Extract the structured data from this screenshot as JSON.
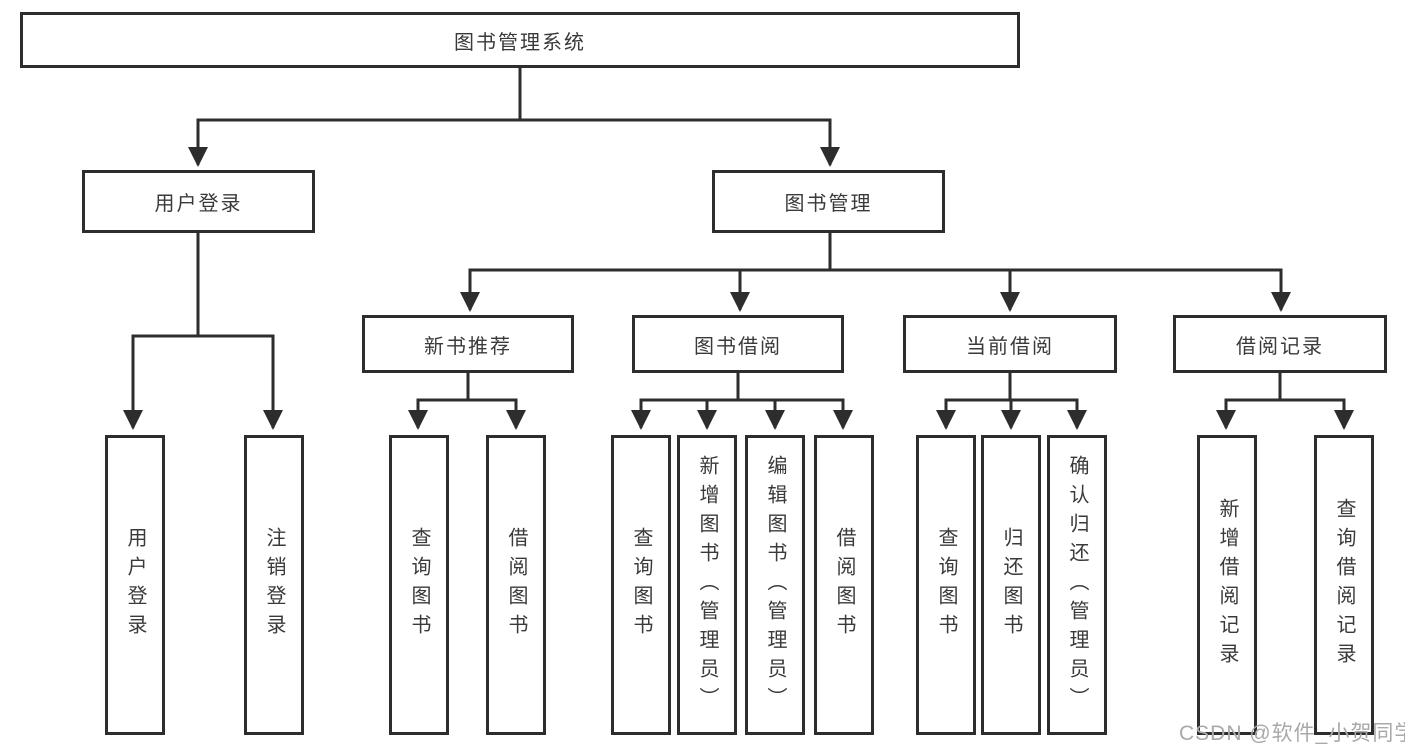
{
  "diagram": {
    "root": {
      "label": "图书管理系统"
    },
    "level1": {
      "user_login": {
        "label": "用户登录"
      },
      "book_mgmt": {
        "label": "图书管理"
      }
    },
    "level2": {
      "new_book_rec": {
        "label": "新书推荐"
      },
      "book_borrow": {
        "label": "图书借阅"
      },
      "current_borrow": {
        "label": "当前借阅"
      },
      "borrow_record": {
        "label": "借阅记录"
      }
    },
    "leaves": {
      "user_login_leaf": {
        "label": "用户登录"
      },
      "logout_leaf": {
        "label": "注销登录"
      },
      "nbr_query_book": {
        "label": "查询图书"
      },
      "nbr_borrow_book": {
        "label": "借阅图书"
      },
      "bb_query_book": {
        "label": "查询图书"
      },
      "bb_add_book": {
        "label": "新增图书（管理员）"
      },
      "bb_edit_book": {
        "label": "编辑图书（管理员）"
      },
      "bb_borrow_book": {
        "label": "借阅图书"
      },
      "cb_query_book": {
        "label": "查询图书"
      },
      "cb_return_book": {
        "label": "归还图书"
      },
      "cb_confirm_return": {
        "label": "确认归还（管理员）"
      },
      "br_add_record": {
        "label": "新增借阅记录"
      },
      "br_query_record": {
        "label": "查询借阅记录"
      }
    },
    "colors": {
      "line": "#2d2d2d",
      "text": "#3a3a3a",
      "background": "#ffffff",
      "watermark": "#a9a9a9"
    }
  },
  "watermark": {
    "text": "CSDN @软件_小贺同学"
  }
}
